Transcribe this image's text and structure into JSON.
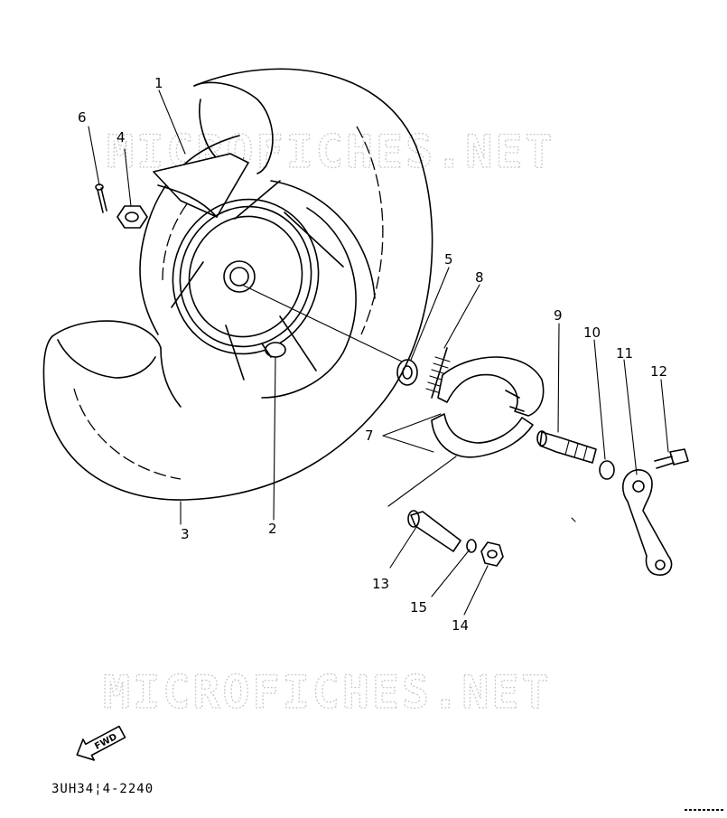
{
  "watermarks": [
    "MICROFICHES.NET",
    "MICROFICHES.NET"
  ],
  "part_labels": [
    "1",
    "2",
    "3",
    "4",
    "5",
    "6",
    "7",
    "8",
    "9",
    "10",
    "11",
    "12",
    "13",
    "14",
    "15"
  ],
  "fwd_label": "FWD",
  "diagram_code": "3UH34¦4-2240",
  "colors": {
    "line": "#000000",
    "watermark": "#c9c9c9",
    "background": "#ffffff"
  }
}
